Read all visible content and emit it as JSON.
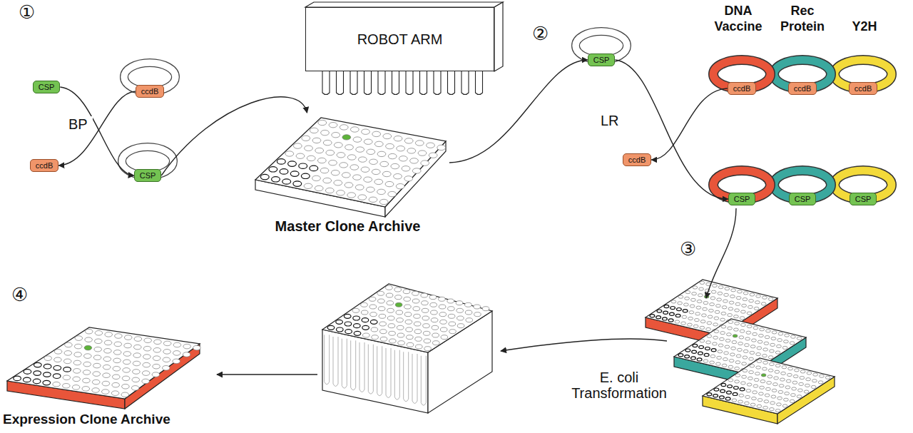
{
  "diagram": {
    "nodes": [
      {
        "text": [
          "CSP"
        ]
      },
      {
        "text": [
          "ccdB"
        ]
      },
      {
        "text": [
          "ccdB"
        ]
      },
      {
        "text": [
          "CSP"
        ]
      },
      {
        "text": [
          "ROBOT ARM"
        ]
      },
      {
        "text": [
          "Master Clone Archive"
        ]
      },
      {
        "text": [
          "CSP"
        ]
      },
      {
        "text": [
          "ccdB"
        ]
      },
      {
        "text": [
          "ccdB"
        ]
      },
      {
        "text": [
          "ccdB"
        ]
      },
      {
        "text": [
          "ccdB"
        ]
      },
      {
        "text": [
          "CSP"
        ]
      },
      {
        "text": [
          "CSP"
        ]
      },
      {
        "text": [
          "CSP"
        ]
      },
      {
        "text": [
          "Expression Clone Archive"
        ]
      }
    ],
    "edges": [
      {
        "from": 0,
        "to": 3,
        "arrow": "to"
      },
      {
        "from": 1,
        "to": 2,
        "arrow": "to"
      },
      {
        "from": 3,
        "to": 5,
        "arrow": "to"
      },
      {
        "from": 5,
        "to": 6,
        "arrow": "to"
      },
      {
        "from": 6,
        "to": 11,
        "arrow": "to"
      },
      {
        "from": 7,
        "to": 10,
        "arrow": "to"
      }
    ],
    "labels": [
      "①",
      "②",
      "③",
      "④",
      "BP",
      "LR",
      "DNA Vaccine",
      "Rec Protein",
      "Y2H",
      "E. coli Transformation"
    ]
  }
}
